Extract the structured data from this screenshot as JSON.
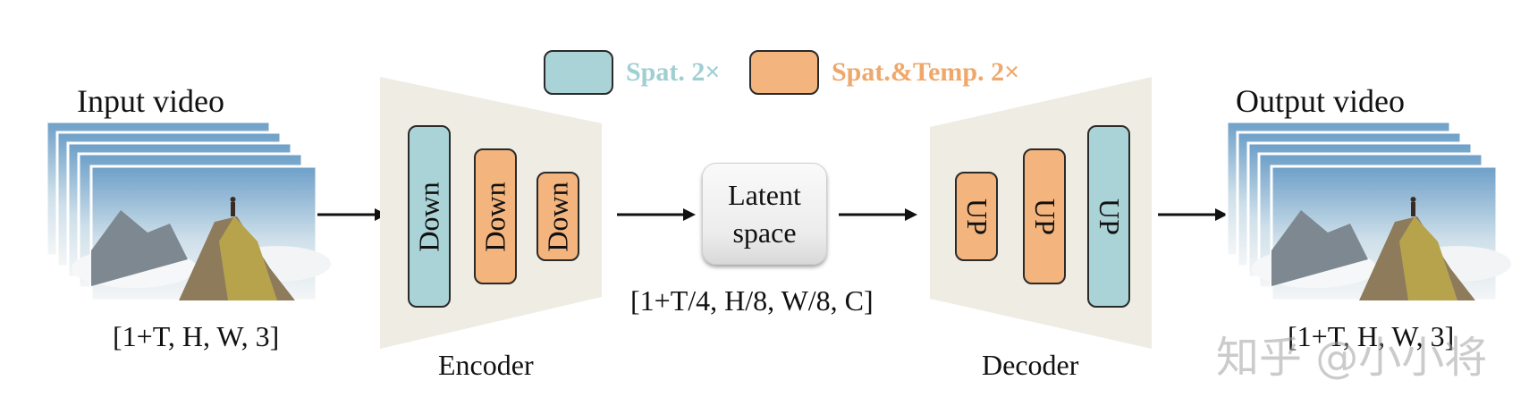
{
  "legend": {
    "spatial": {
      "label": "Spat. 2×",
      "color": "#a9d3d6",
      "text_color": "#9fcfd3"
    },
    "spatiotemporal": {
      "label": "Spat.&Temp. 2×",
      "color": "#f3b47d",
      "text_color": "#efa86a"
    }
  },
  "input": {
    "title": "Input video",
    "shape": "[1+T, H, W, 3]"
  },
  "encoder": {
    "label": "Encoder",
    "fill": "#efece3",
    "blocks": [
      {
        "text": "Down",
        "type": "spatial"
      },
      {
        "text": "Down",
        "type": "spatiotemporal"
      },
      {
        "text": "Down",
        "type": "spatiotemporal"
      }
    ]
  },
  "latent": {
    "line1": "Latent",
    "line2": "space",
    "shape": "[1+T/4, H/8, W/8, C]"
  },
  "decoder": {
    "label": "Decoder",
    "fill": "#efece3",
    "blocks": [
      {
        "text": "UP",
        "type": "spatiotemporal"
      },
      {
        "text": "UP",
        "type": "spatiotemporal"
      },
      {
        "text": "UP",
        "type": "spatial"
      }
    ]
  },
  "output": {
    "title": "Output video",
    "shape": "[1+T, H, W, 3]"
  },
  "watermark": "知乎 @小小将",
  "colors": {
    "arrow": "#111111",
    "frame_border": "#ffffff"
  }
}
